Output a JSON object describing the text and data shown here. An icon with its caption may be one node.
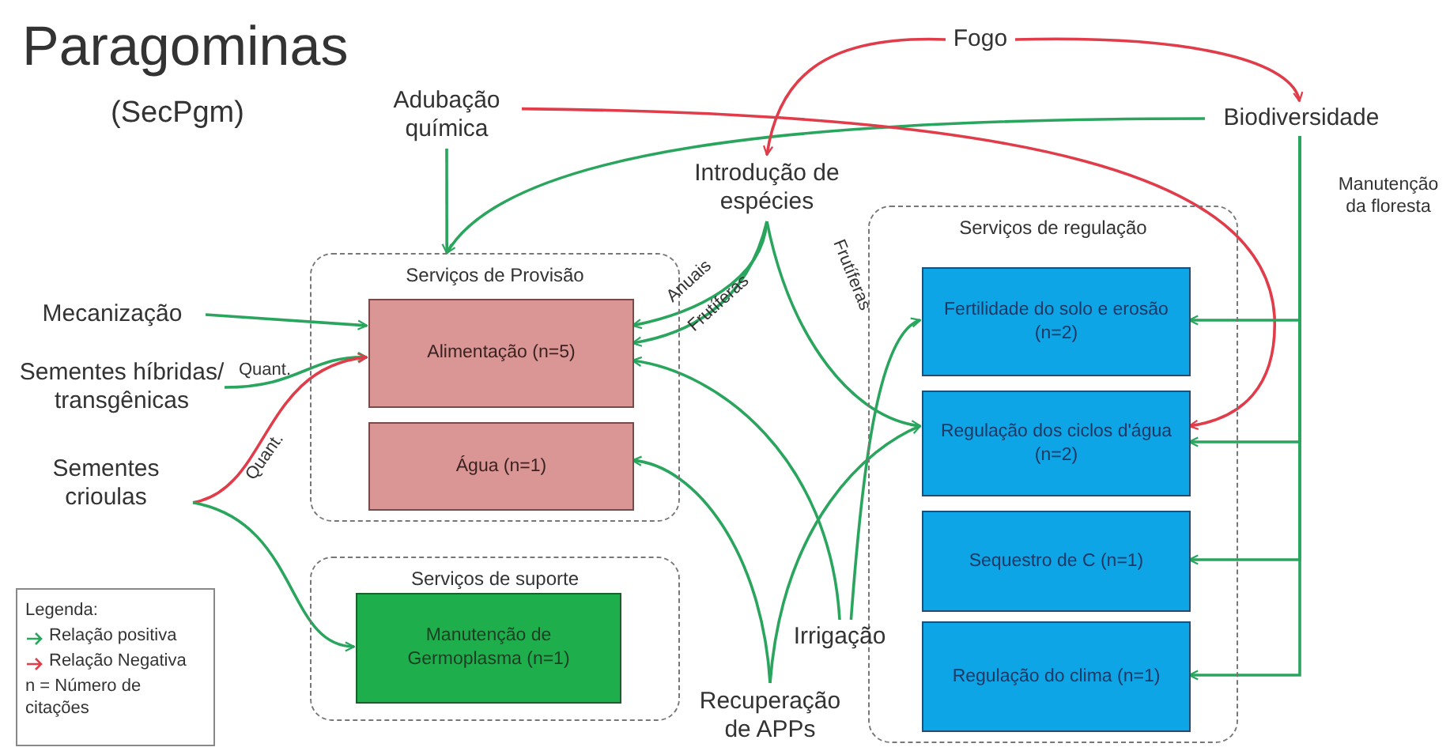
{
  "diagram": {
    "title": "Paragominas",
    "nodes": [
      {
        "text": [
          "Mecanização"
        ]
      },
      {
        "text": [
          "Sementes híbridas/ transgênicas"
        ]
      },
      {
        "text": [
          "Sementes crioulas"
        ]
      },
      {
        "text": [
          "Adubação química"
        ]
      },
      {
        "text": [
          "Introdução de espécies"
        ]
      },
      {
        "text": [
          "Fogo"
        ]
      },
      {
        "text": [
          "Biodiversidade"
        ]
      },
      {
        "text": [
          "Serviços de Provisão"
        ]
      },
      {
        "text": [
          "Alimentação (n=5)"
        ],
        "in": 7
      },
      {
        "text": [
          "Água (n=1)"
        ],
        "in": 7
      },
      {
        "text": [
          "Serviços de suporte"
        ]
      },
      {
        "text": [
          "Manutenção de Germoplasma (n=1)"
        ],
        "in": 10
      },
      {
        "text": [
          "Serviços de regulação"
        ]
      },
      {
        "text": [
          "Fertilidade do solo e erosão (n=2)"
        ],
        "in": 12
      },
      {
        "text": [
          "Regulação dos ciclos d'água (n=2)"
        ],
        "in": 12
      },
      {
        "text": [
          "Sequestro de C (n=1)"
        ],
        "in": 12
      },
      {
        "text": [
          "Regulação do clima (n=1)"
        ],
        "in": 12
      },
      {
        "text": [
          "Irrigação"
        ]
      },
      {
        "text": [
          "Recuperação de APPs"
        ]
      }
    ],
    "edges": [
      {
        "from": 0,
        "to": 8,
        "arrow": "to"
      },
      {
        "from": 1,
        "to": 8,
        "arrow": "to",
        "label": "Quant."
      },
      {
        "from": 2,
        "to": 8,
        "arrow": "to",
        "label": "Quant.",
        "color": "#e03c4a"
      },
      {
        "from": 2,
        "to": 11,
        "arrow": "to"
      },
      {
        "from": 3,
        "to": 7,
        "arrow": "to"
      },
      {
        "from": 6,
        "to": 7,
        "arrow": "to"
      },
      {
        "from": 5,
        "to": 4,
        "arrow": "to",
        "color": "#e03c4a"
      },
      {
        "from": 5,
        "to": 6,
        "arrow": "to",
        "color": "#e03c4a"
      },
      {
        "from": 4,
        "to": 8,
        "arrow": "to",
        "label": "Anuais"
      },
      {
        "from": 4,
        "to": 8,
        "arrow": "to",
        "label": "Frutíferas"
      },
      {
        "from": 4,
        "to": 14,
        "arrow": "to",
        "label": "Frutíferas"
      },
      {
        "from": 3,
        "to": 14,
        "arrow": "to",
        "color": "#e03c4a"
      },
      {
        "from": 6,
        "to": 13,
        "arrow": "to"
      },
      {
        "from": 6,
        "to": 14,
        "arrow": "to"
      },
      {
        "from": 6,
        "to": 15,
        "arrow": "to"
      },
      {
        "from": 6,
        "to": 16,
        "arrow": "to"
      },
      {
        "from": 17,
        "to": 13,
        "arrow": "to"
      },
      {
        "from": 17,
        "to": 8,
        "arrow": "to"
      },
      {
        "from": 18,
        "to": 9,
        "arrow": "to"
      },
      {
        "from": 18,
        "to": 14,
        "arrow": "to"
      }
    ],
    "labels": [
      "(SecPgm)",
      "Manutenção da floresta",
      "Legenda:",
      "n = Número de citações"
    ],
    "legend": [
      {
        "text": "Relação positiva"
      },
      {
        "text": "Relação Negativa"
      }
    ]
  }
}
